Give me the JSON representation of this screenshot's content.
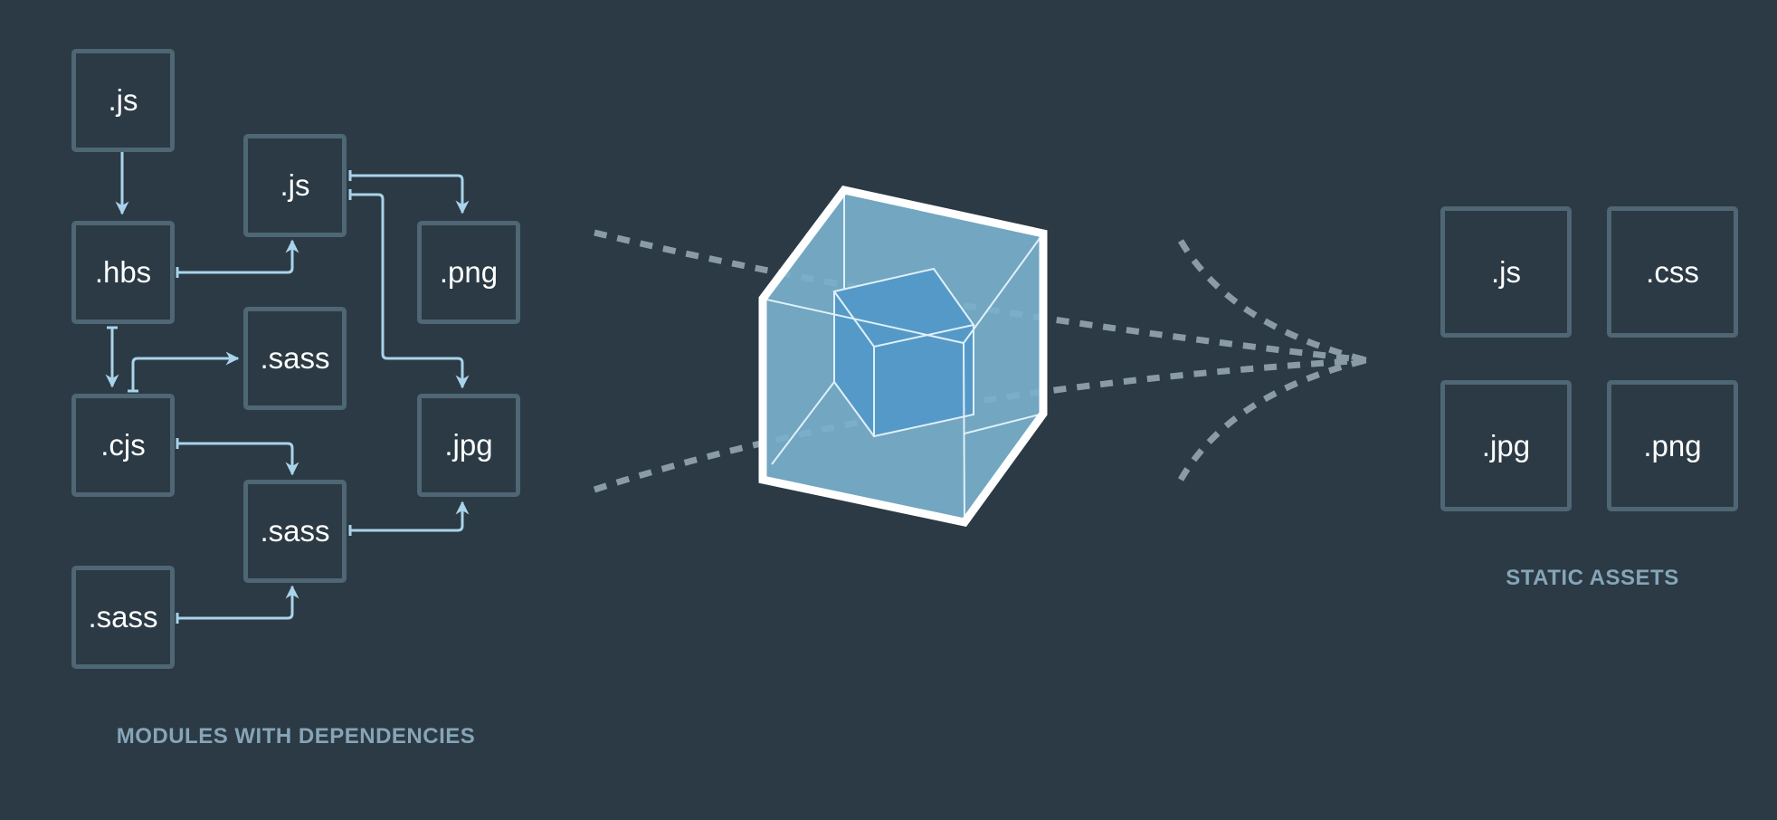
{
  "modules": {
    "caption": "MODULES WITH DEPENDENCIES",
    "items": [
      ".js",
      ".js",
      ".hbs",
      ".png",
      ".sass",
      ".cjs",
      ".jpg",
      ".sass",
      ".sass"
    ]
  },
  "assets": {
    "caption": "STATIC ASSETS",
    "items": [
      ".js",
      ".css",
      ".jpg",
      ".png"
    ]
  },
  "colors": {
    "background": "#2b3a44",
    "box_border": "#4f6674",
    "arrow": "#a9d3ea",
    "cube_outer": "#78b0cc",
    "cube_inner": "#5599c8",
    "dashes": "#8a9ba5"
  }
}
